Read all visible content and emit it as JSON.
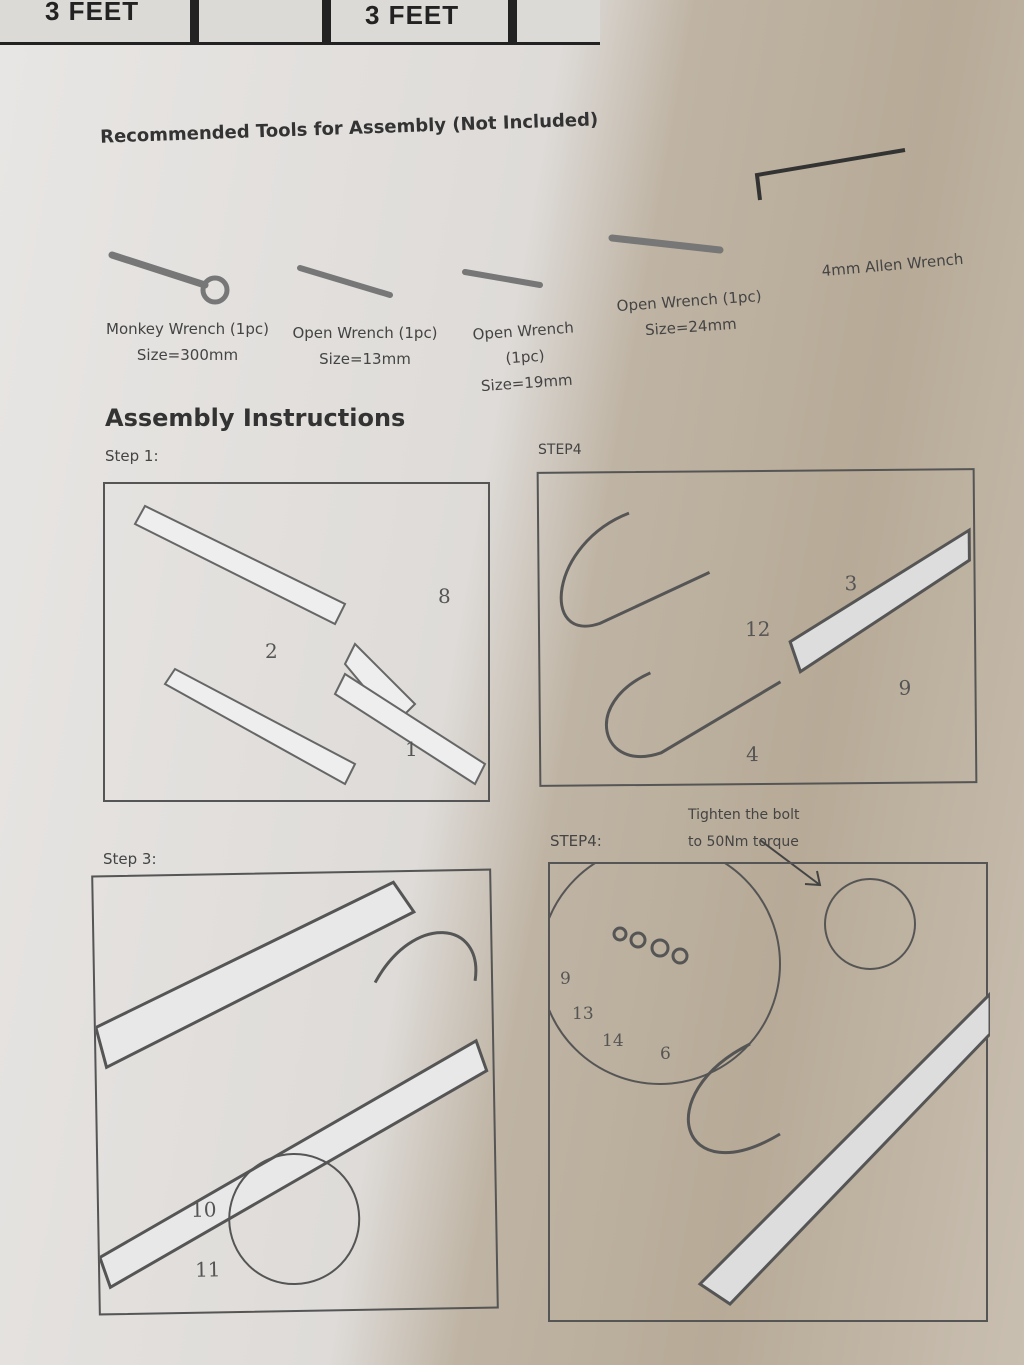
{
  "ruler": {
    "labels": [
      "3 FEET",
      "3 FEET"
    ]
  },
  "tools_heading": "Recommended Tools for Assembly (Not Included)",
  "tools": [
    {
      "name": "Monkey Wrench (1pc)",
      "size": "Size=300mm",
      "icon": "monkey-wrench-icon"
    },
    {
      "name": "Open Wrench (1pc)",
      "size": "Size=13mm",
      "icon": "open-wrench-icon"
    },
    {
      "name": "Open Wrench (1pc)",
      "size": "Size=19mm",
      "icon": "open-wrench-icon"
    },
    {
      "name": "Open Wrench (1pc)",
      "size": "Size=24mm",
      "icon": "open-wrench-icon"
    },
    {
      "name": "4mm Allen Wrench",
      "size": "",
      "icon": "allen-wrench-icon"
    }
  ],
  "assembly_heading": "Assembly Instructions",
  "steps": [
    {
      "label": "Step 1:",
      "parts": [
        "2",
        "8",
        "1"
      ]
    },
    {
      "label": "STEP4",
      "parts": [
        "3",
        "12",
        "9",
        "4"
      ]
    },
    {
      "label": "Step 3:",
      "parts": [
        "10",
        "11"
      ]
    },
    {
      "label": "STEP4:",
      "parts": [
        "9",
        "13",
        "14",
        "6"
      ],
      "note": [
        "Tighten  the  bolt",
        "to 50Nm torque"
      ]
    }
  ]
}
